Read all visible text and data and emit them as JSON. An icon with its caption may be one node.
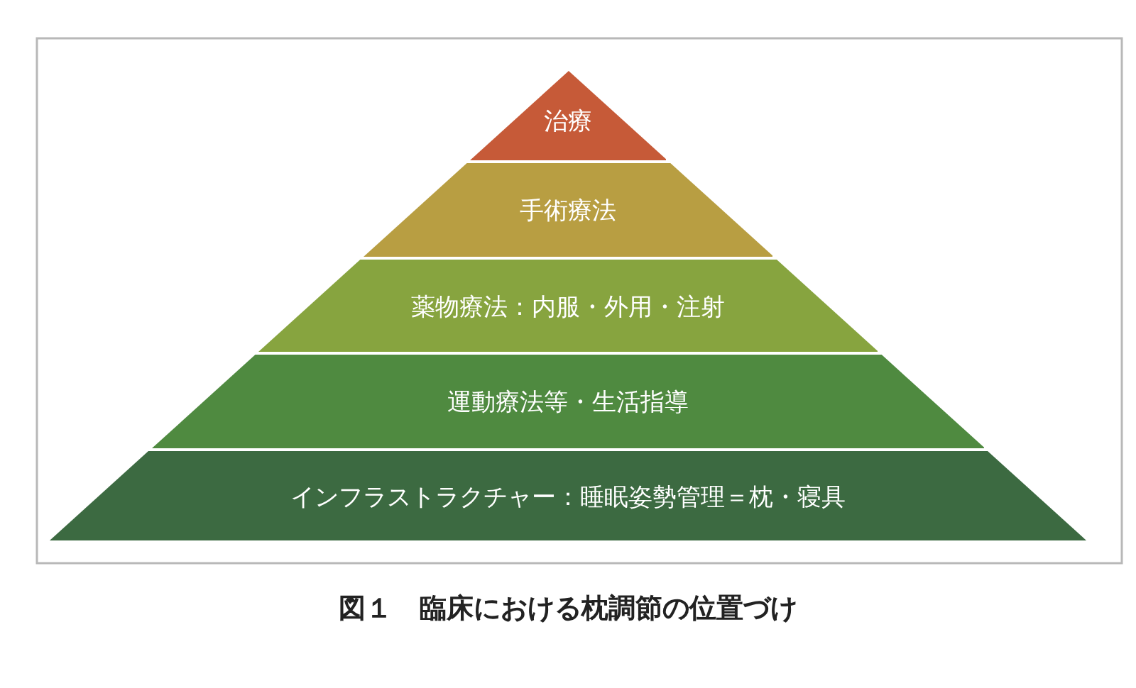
{
  "diagram": {
    "caption": "図１　臨床における枕調節の位置づけ",
    "nodes": [
      {
        "text": [
          "治療"
        ]
      },
      {
        "text": [
          "手術療法"
        ]
      },
      {
        "text": [
          "薬物療法：内服・外用・注射"
        ]
      },
      {
        "text": [
          "運動療法等・生活指導"
        ]
      },
      {
        "text": [
          "インフラストラクチャー：睡眠姿勢管理＝枕・寝具"
        ]
      }
    ]
  }
}
